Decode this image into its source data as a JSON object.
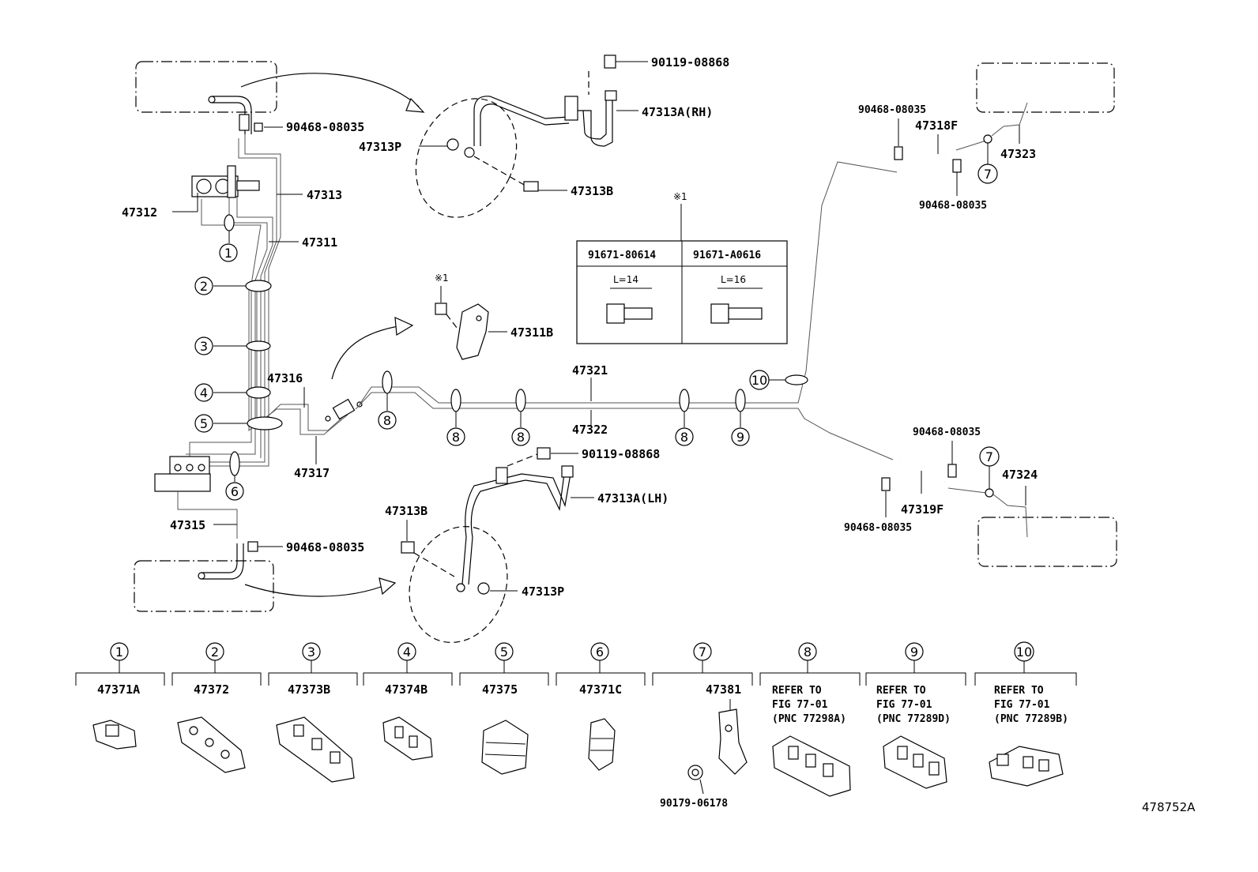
{
  "diagram_id": "478752A",
  "callouts": {
    "c1": "1",
    "c2": "2",
    "c3": "3",
    "c4": "4",
    "c5": "5",
    "c6": "6",
    "c7": "7",
    "c8": "8",
    "c9": "9",
    "c10": "10"
  },
  "parts": {
    "p90119_top": "90119-08868",
    "p47313A_RH": "47313A(RH)",
    "p90468_top_left": "90468-08035",
    "p47313P_top": "47313P",
    "p47313": "47313",
    "p47313B_top": "47313B",
    "p47312": "47312",
    "p47311": "47311",
    "p47311B": "47311B",
    "p47316": "47316",
    "p47317": "47317",
    "p47321": "47321",
    "p47322": "47322",
    "p90119_bot": "90119-08868",
    "p47313A_LH": "47313A(LH)",
    "p47313B_bot": "47313B",
    "p47315": "47315",
    "p90468_bot_left": "90468-08035",
    "p47313P_bot": "47313P",
    "p90468_tr_a": "90468-08035",
    "p47318F": "47318F",
    "p47323": "47323",
    "p90468_tr_b": "90468-08035",
    "p90468_br_a": "90468-08035",
    "p47324": "47324",
    "p47319F": "47319F",
    "p90468_br_b": "90468-08035",
    "note_mark_top": "※1",
    "note_mark_clamp": "※1"
  },
  "bolt_table": {
    "col1_header": "91671-80614",
    "col2_header": "91671-A0616",
    "col1_len": "L=14",
    "col2_len": "L=16"
  },
  "legend": [
    {
      "num": "1",
      "part": "47371A"
    },
    {
      "num": "2",
      "part": "47372"
    },
    {
      "num": "3",
      "part": "47373B"
    },
    {
      "num": "4",
      "part": "47374B"
    },
    {
      "num": "5",
      "part": "47375"
    },
    {
      "num": "6",
      "part": "47371C"
    },
    {
      "num": "7",
      "part": "47381",
      "extra": "90179-06178"
    },
    {
      "num": "8",
      "ref1": "REFER TO",
      "ref2": "FIG 77-01",
      "ref3": "(PNC 77298A)"
    },
    {
      "num": "9",
      "ref1": "REFER TO",
      "ref2": "FIG 77-01",
      "ref3": "(PNC 77289D)"
    },
    {
      "num": "10",
      "ref1": "REFER TO",
      "ref2": "FIG 77-01",
      "ref3": "(PNC 77289B)"
    }
  ]
}
